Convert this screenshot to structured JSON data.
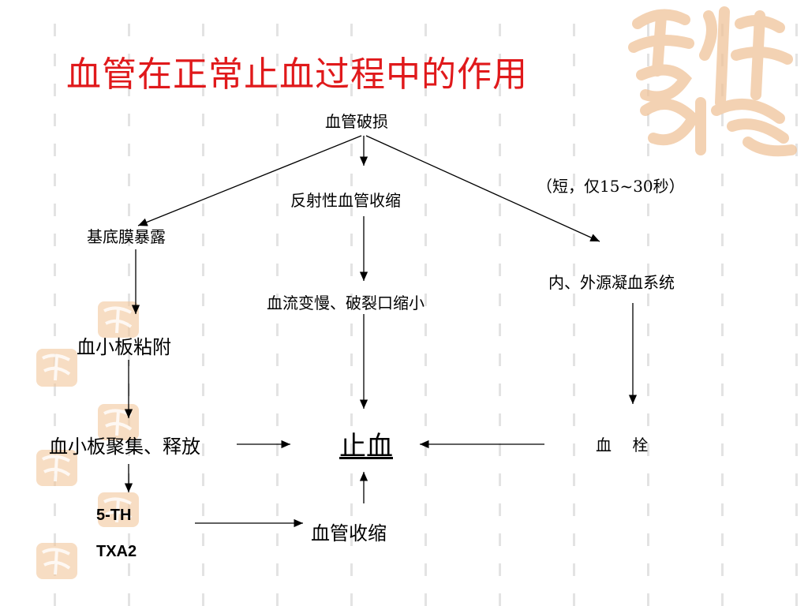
{
  "title": "血管在正常止血过程中的作用",
  "nodes": {
    "vessel_damage": "血管破损",
    "reflex_contraction": "反射性血管收缩",
    "duration_note": "（短，仅15~30秒）",
    "basement_exposed": "基底膜暴露",
    "coag_system": "内、外源凝血系统",
    "flow_slow": "血流变慢、破裂口缩小",
    "platelet_adhesion": "血小板粘附",
    "platelet_aggregation": "血小板聚集、释放",
    "hemostasis": "止血",
    "thrombus": "血　 栓",
    "ht5": "5-TH",
    "txa2": "TXA2",
    "vasoconstriction": "血管收缩"
  },
  "colors": {
    "title": "#e0191b",
    "seal": "#f2c79b"
  }
}
